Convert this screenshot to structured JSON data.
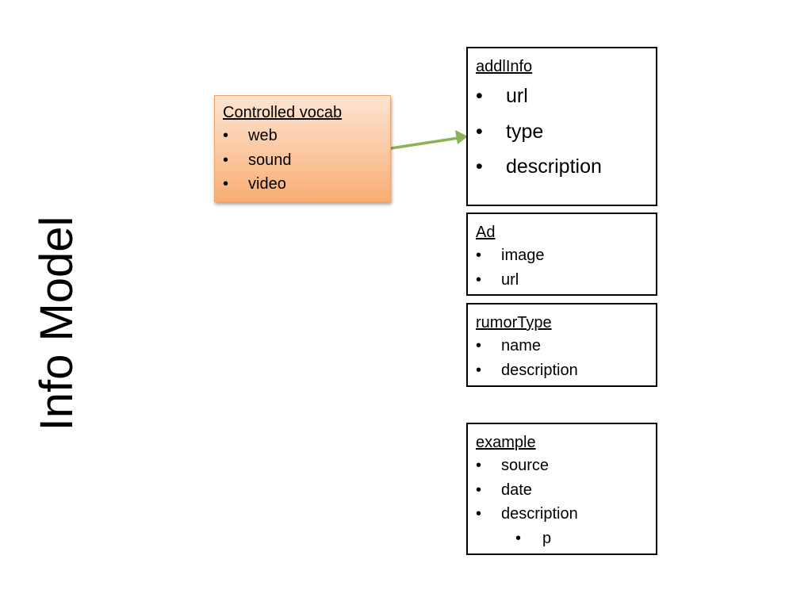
{
  "slide": {
    "title": "Info Model"
  },
  "vocab_box": {
    "title": "Controlled vocab",
    "items": [
      "web",
      "sound",
      "video"
    ]
  },
  "entities": {
    "addlinfo": {
      "title": "addlInfo",
      "items": [
        "url",
        "type",
        "description"
      ]
    },
    "ad": {
      "title": "Ad",
      "items": [
        "image",
        "url"
      ]
    },
    "rumortype": {
      "title": "rumorType",
      "items": [
        "name",
        "description"
      ]
    },
    "example": {
      "title": "example",
      "items": [
        "source",
        "date",
        "description"
      ],
      "subitems": [
        "p"
      ]
    }
  },
  "colors": {
    "arrow": "#8db255",
    "vocab_border": "#f2a46b",
    "vocab_fill": "#fbc7a0"
  }
}
